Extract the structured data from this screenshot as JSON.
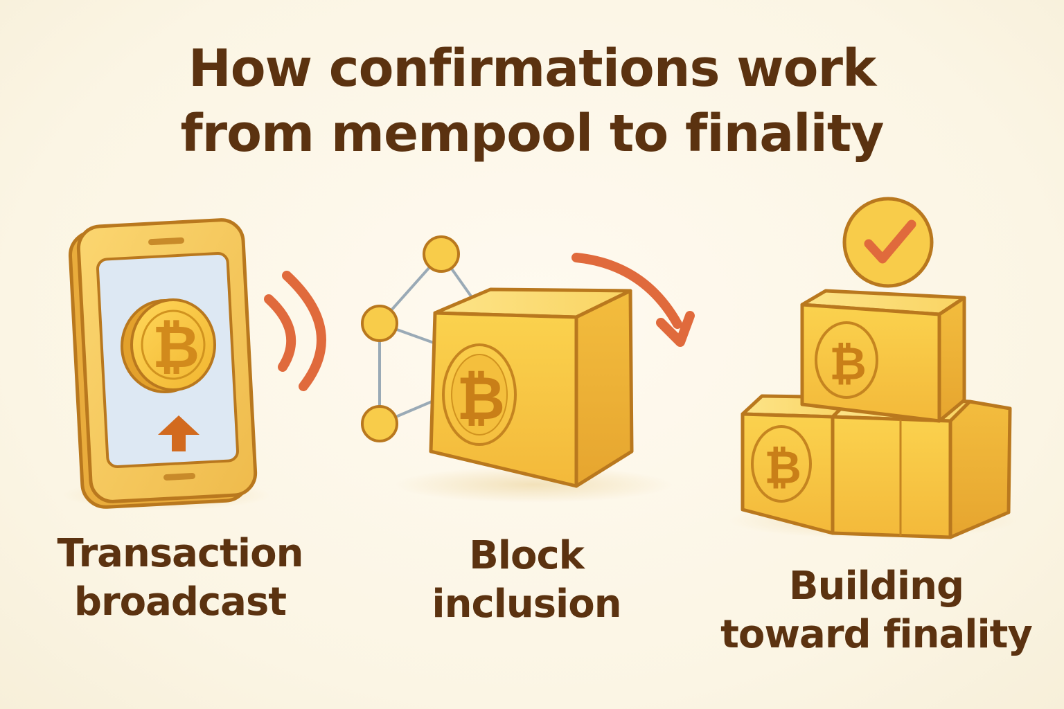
{
  "title": {
    "line1": "How confirmations work",
    "line2": "from mempool to finality"
  },
  "steps": [
    {
      "line1": "Transaction",
      "line2": "broadcast",
      "icon": "smartphone-bitcoin-icon"
    },
    {
      "line1": "Block",
      "line2": "inclusion",
      "icon": "bitcoin-block-icon"
    },
    {
      "line1": "Building",
      "line2": "toward finality",
      "icon": "stacked-blocks-checkmark-icon"
    }
  ],
  "coin_symbol": "₿",
  "colors": {
    "background": "#fcf8ec",
    "text": "#5b3210",
    "gold": "#f6c743",
    "gold_dark": "#d99a2b",
    "outline": "#b9781e",
    "accent": "#e06a3c",
    "network_line": "#9aaab6",
    "screen": "#dde8f3"
  }
}
